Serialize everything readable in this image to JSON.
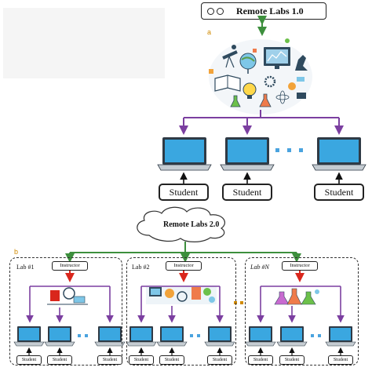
{
  "panels": {
    "a": "a",
    "b": "b"
  },
  "remote_labs_1": {
    "title": "Remote Labs 1.0"
  },
  "remote_labs_2": {
    "title": "Remote Labs 2.0"
  },
  "students": [
    "Student",
    "Student",
    "Student"
  ],
  "labs": [
    {
      "name": "Lab #1",
      "instructor": "Instructor",
      "students": [
        "Student",
        "Student",
        "Student"
      ]
    },
    {
      "name": "Lab #2",
      "instructor": "Instructor",
      "students": [
        "Student",
        "Student",
        "Student"
      ]
    },
    {
      "name": "Lab #N",
      "instructor": "Instructor",
      "students": [
        "Student",
        "Student",
        "Student"
      ]
    }
  ],
  "colors": {
    "purple": "#7b3fa0",
    "green": "#3d8f3d",
    "red": "#d9261c",
    "blue": "#2c9ad8",
    "laptop_screen": "#3aa7e0",
    "ellipsis_blue": "#4aa3df"
  }
}
